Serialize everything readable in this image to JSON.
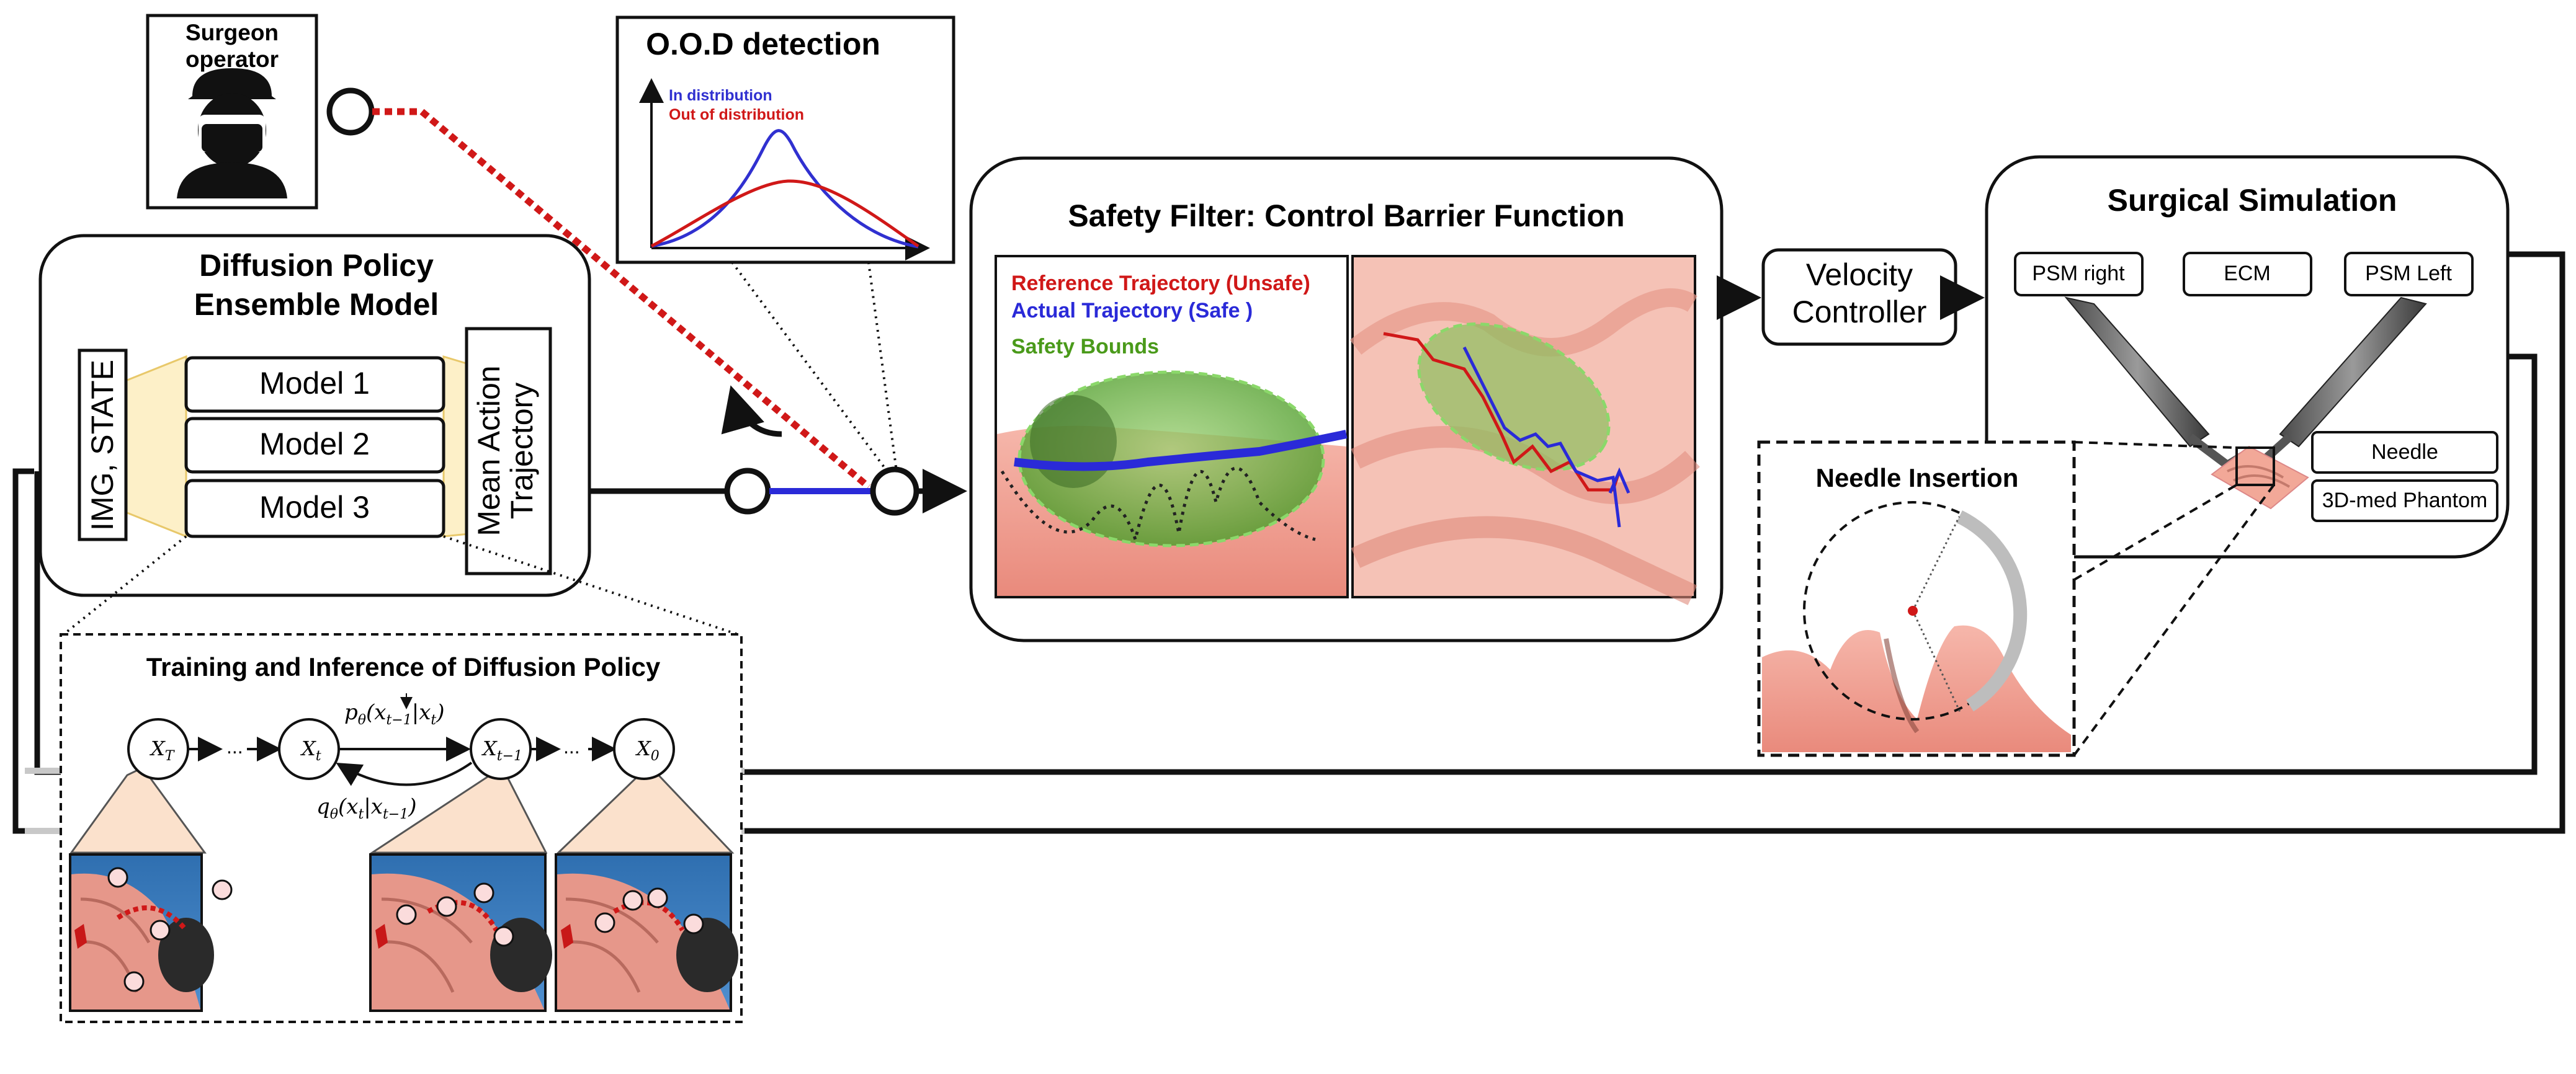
{
  "surgeon": {
    "title_line1": "Surgeon",
    "title_line2": "operator"
  },
  "ood": {
    "title": "O.O.D detection",
    "legend_in": "In distribution",
    "legend_out": "Out of distribution",
    "color_in": "#3030d0",
    "color_out": "#d01818"
  },
  "diffusion": {
    "title_line1": "Diffusion Policy",
    "title_line2": "Ensemble Model",
    "input_label": "IMG, STATE",
    "models": [
      "Model 1",
      "Model 2",
      "Model 3"
    ],
    "output_line1": "Mean Action",
    "output_line2": "Trajectory"
  },
  "safety": {
    "title": "Safety Filter: Control Barrier Function",
    "legend_ref": "Reference Trajectory (Unsafe)",
    "legend_actual": "Actual Trajectory (Safe )",
    "legend_bounds": "Safety Bounds",
    "color_ref": "#d01818",
    "color_actual": "#2a2ad8",
    "color_bounds": "#4a9a1a"
  },
  "velocity": {
    "line1": "Velocity",
    "line2": "Controller"
  },
  "simulation": {
    "title": "Surgical Simulation",
    "psm_right": "PSM right",
    "ecm": "ECM",
    "psm_left": "PSM Left",
    "needle": "Needle",
    "phantom": "3D-med Phantom"
  },
  "needle_insertion": {
    "title": "Needle Insertion"
  },
  "training": {
    "title": "Training and Inference of Diffusion Policy",
    "nodes": [
      {
        "main": "X",
        "sub": "T"
      },
      {
        "main": "X",
        "sub": "t"
      },
      {
        "main": "X",
        "sub": "t−1"
      },
      {
        "main": "X",
        "sub": "0"
      }
    ],
    "dots": "...",
    "p_main": "p",
    "p_theta": "θ",
    "p_arg": "(x",
    "p_arg_sub": "t−1",
    "p_cond": "|x",
    "p_cond_sub": "t",
    "p_close": ")",
    "q_main": "q",
    "q_theta": "θ",
    "q_arg": "(x",
    "q_arg_sub": "t",
    "q_cond": "|x",
    "q_cond_sub": "t−1",
    "q_close": ")"
  }
}
